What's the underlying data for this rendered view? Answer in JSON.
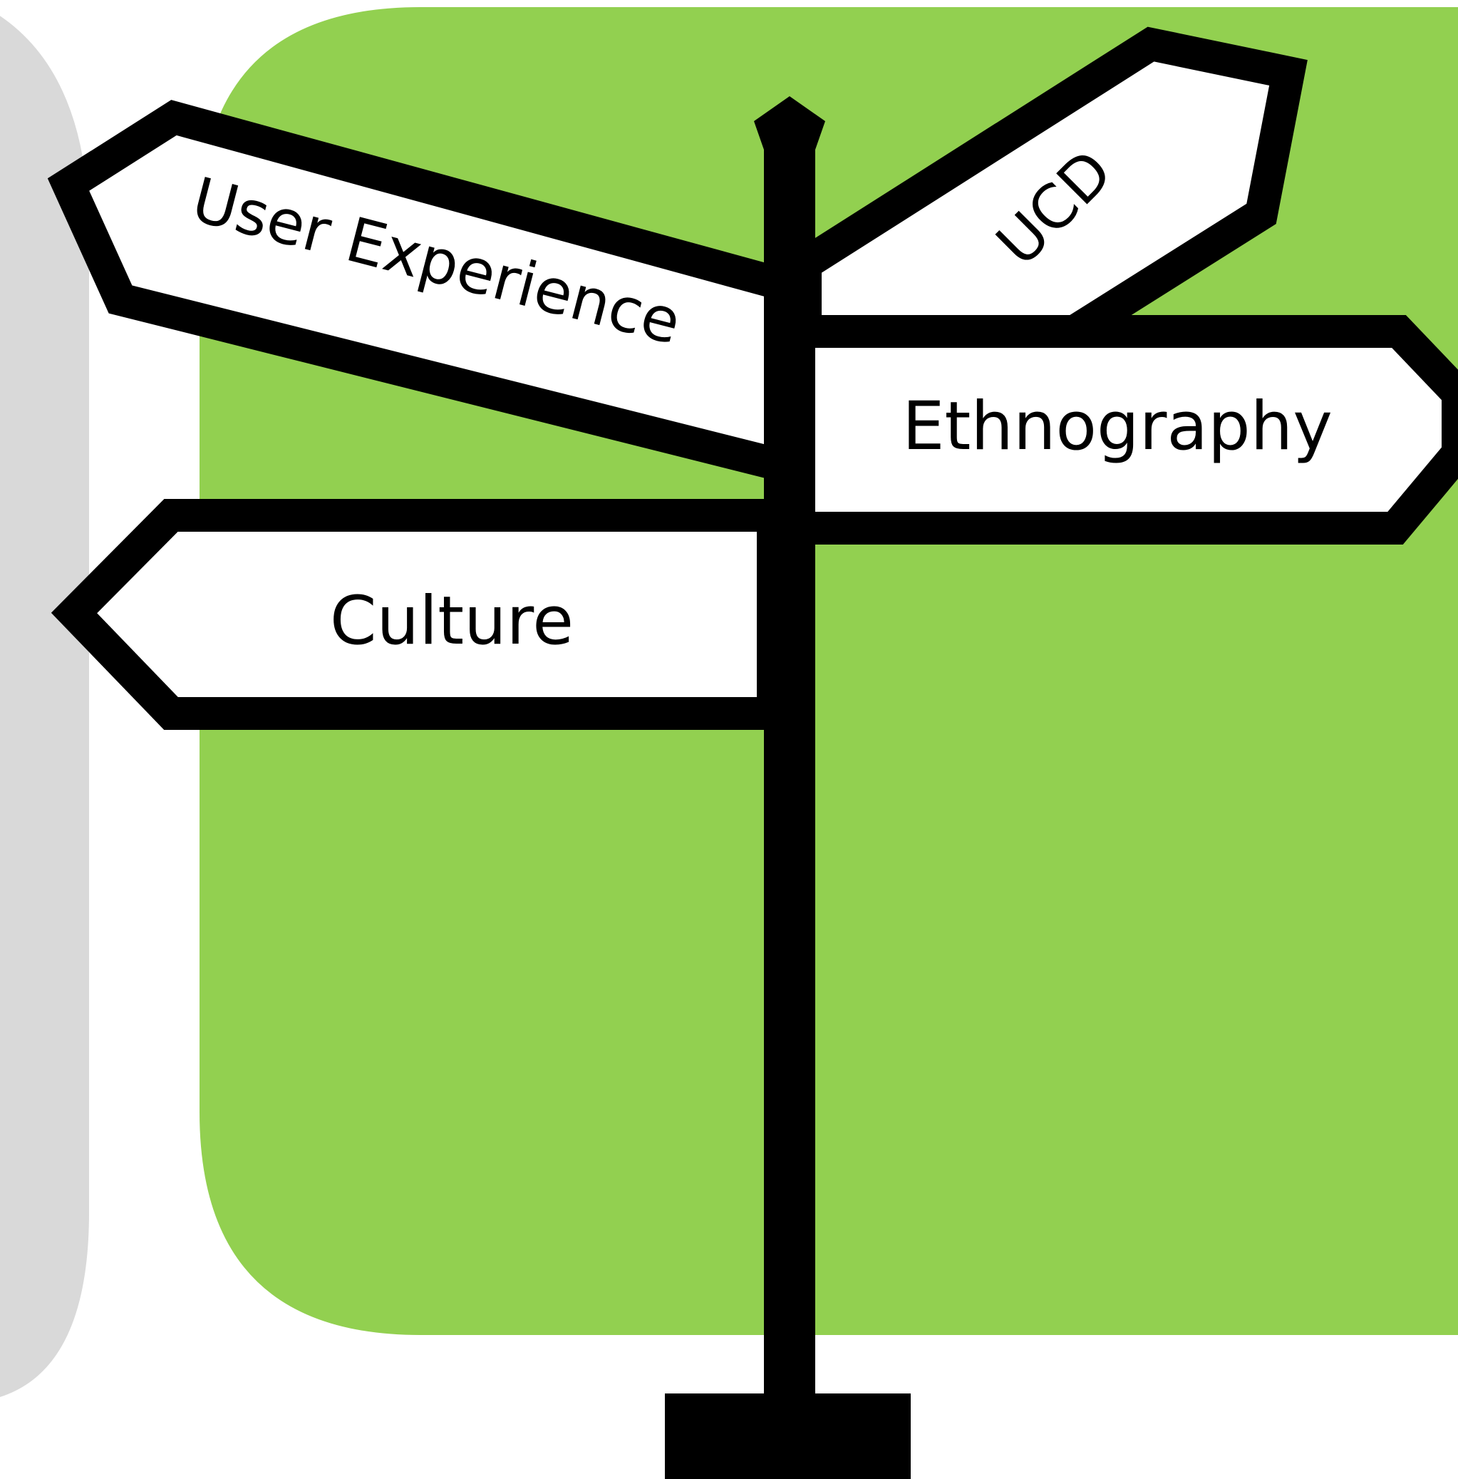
{
  "signpost": {
    "signs": {
      "user_experience": "User Experience",
      "ucd": "UCD",
      "ethnography": "Ethnography",
      "culture": "Culture"
    }
  },
  "colors": {
    "panel_green": "#92d050",
    "panel_gray": "#d9d9d9",
    "sign_fill": "#ffffff",
    "outline": "#000000"
  }
}
